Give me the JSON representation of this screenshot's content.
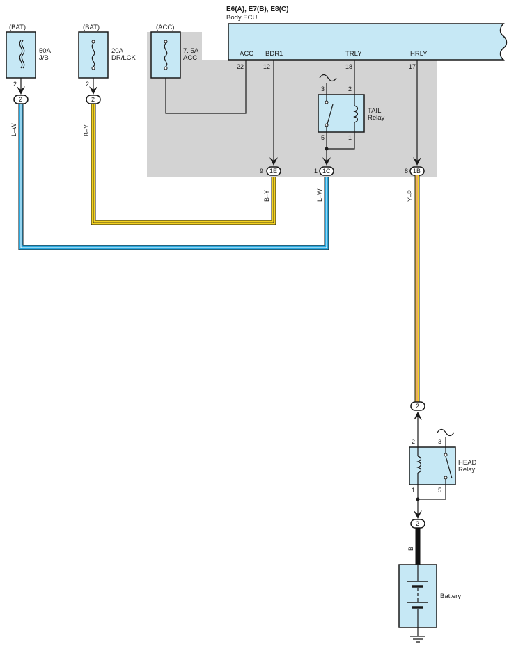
{
  "ecu": {
    "connectors": "E6(A), E7(B), E8(C)",
    "name": "Body ECU",
    "pins": [
      {
        "label": "ACC",
        "pin": "22"
      },
      {
        "label": "BDR1",
        "pin": "12"
      },
      {
        "label": "TRLY",
        "pin": "18"
      },
      {
        "label": "HRLY",
        "pin": "17"
      }
    ]
  },
  "fuses": [
    {
      "source": "(BAT)",
      "rating": "50A",
      "name": "J/B",
      "pin": "2",
      "junction": "2"
    },
    {
      "source": "(BAT)",
      "rating": "20A",
      "name": "DR/LCK",
      "pin": "2",
      "junction": "2"
    },
    {
      "source": "(ACC)",
      "rating": "7. 5A",
      "name": "ACC"
    }
  ],
  "tail_relay": {
    "name_line1": "TAIL",
    "name_line2": "Relay",
    "pins": [
      "3",
      "2",
      "5",
      "1"
    ]
  },
  "head_relay": {
    "name_line1": "HEAD",
    "name_line2": "Relay",
    "pins": [
      "2",
      "3",
      "1",
      "5"
    ]
  },
  "junctions": [
    {
      "pin": "9",
      "code": "1E"
    },
    {
      "pin": "1",
      "code": "1C"
    },
    {
      "pin": "8",
      "code": "1B"
    },
    {
      "code": "2"
    },
    {
      "code": "2"
    }
  ],
  "wires": {
    "lw_fuse": "L–W",
    "by_fuse": "B–Y",
    "by_ecu": "B–Y",
    "lw_ecu": "L–W",
    "yp": "Y–P",
    "b": "B"
  },
  "battery": {
    "name": "Battery"
  },
  "colors": {
    "wire_blue": "#29a9e0",
    "wire_yellow": "#f4d21f",
    "wire_black": "#111111",
    "component_fill": "#c6e8f5",
    "ecu_area": "#d3d3d3"
  }
}
